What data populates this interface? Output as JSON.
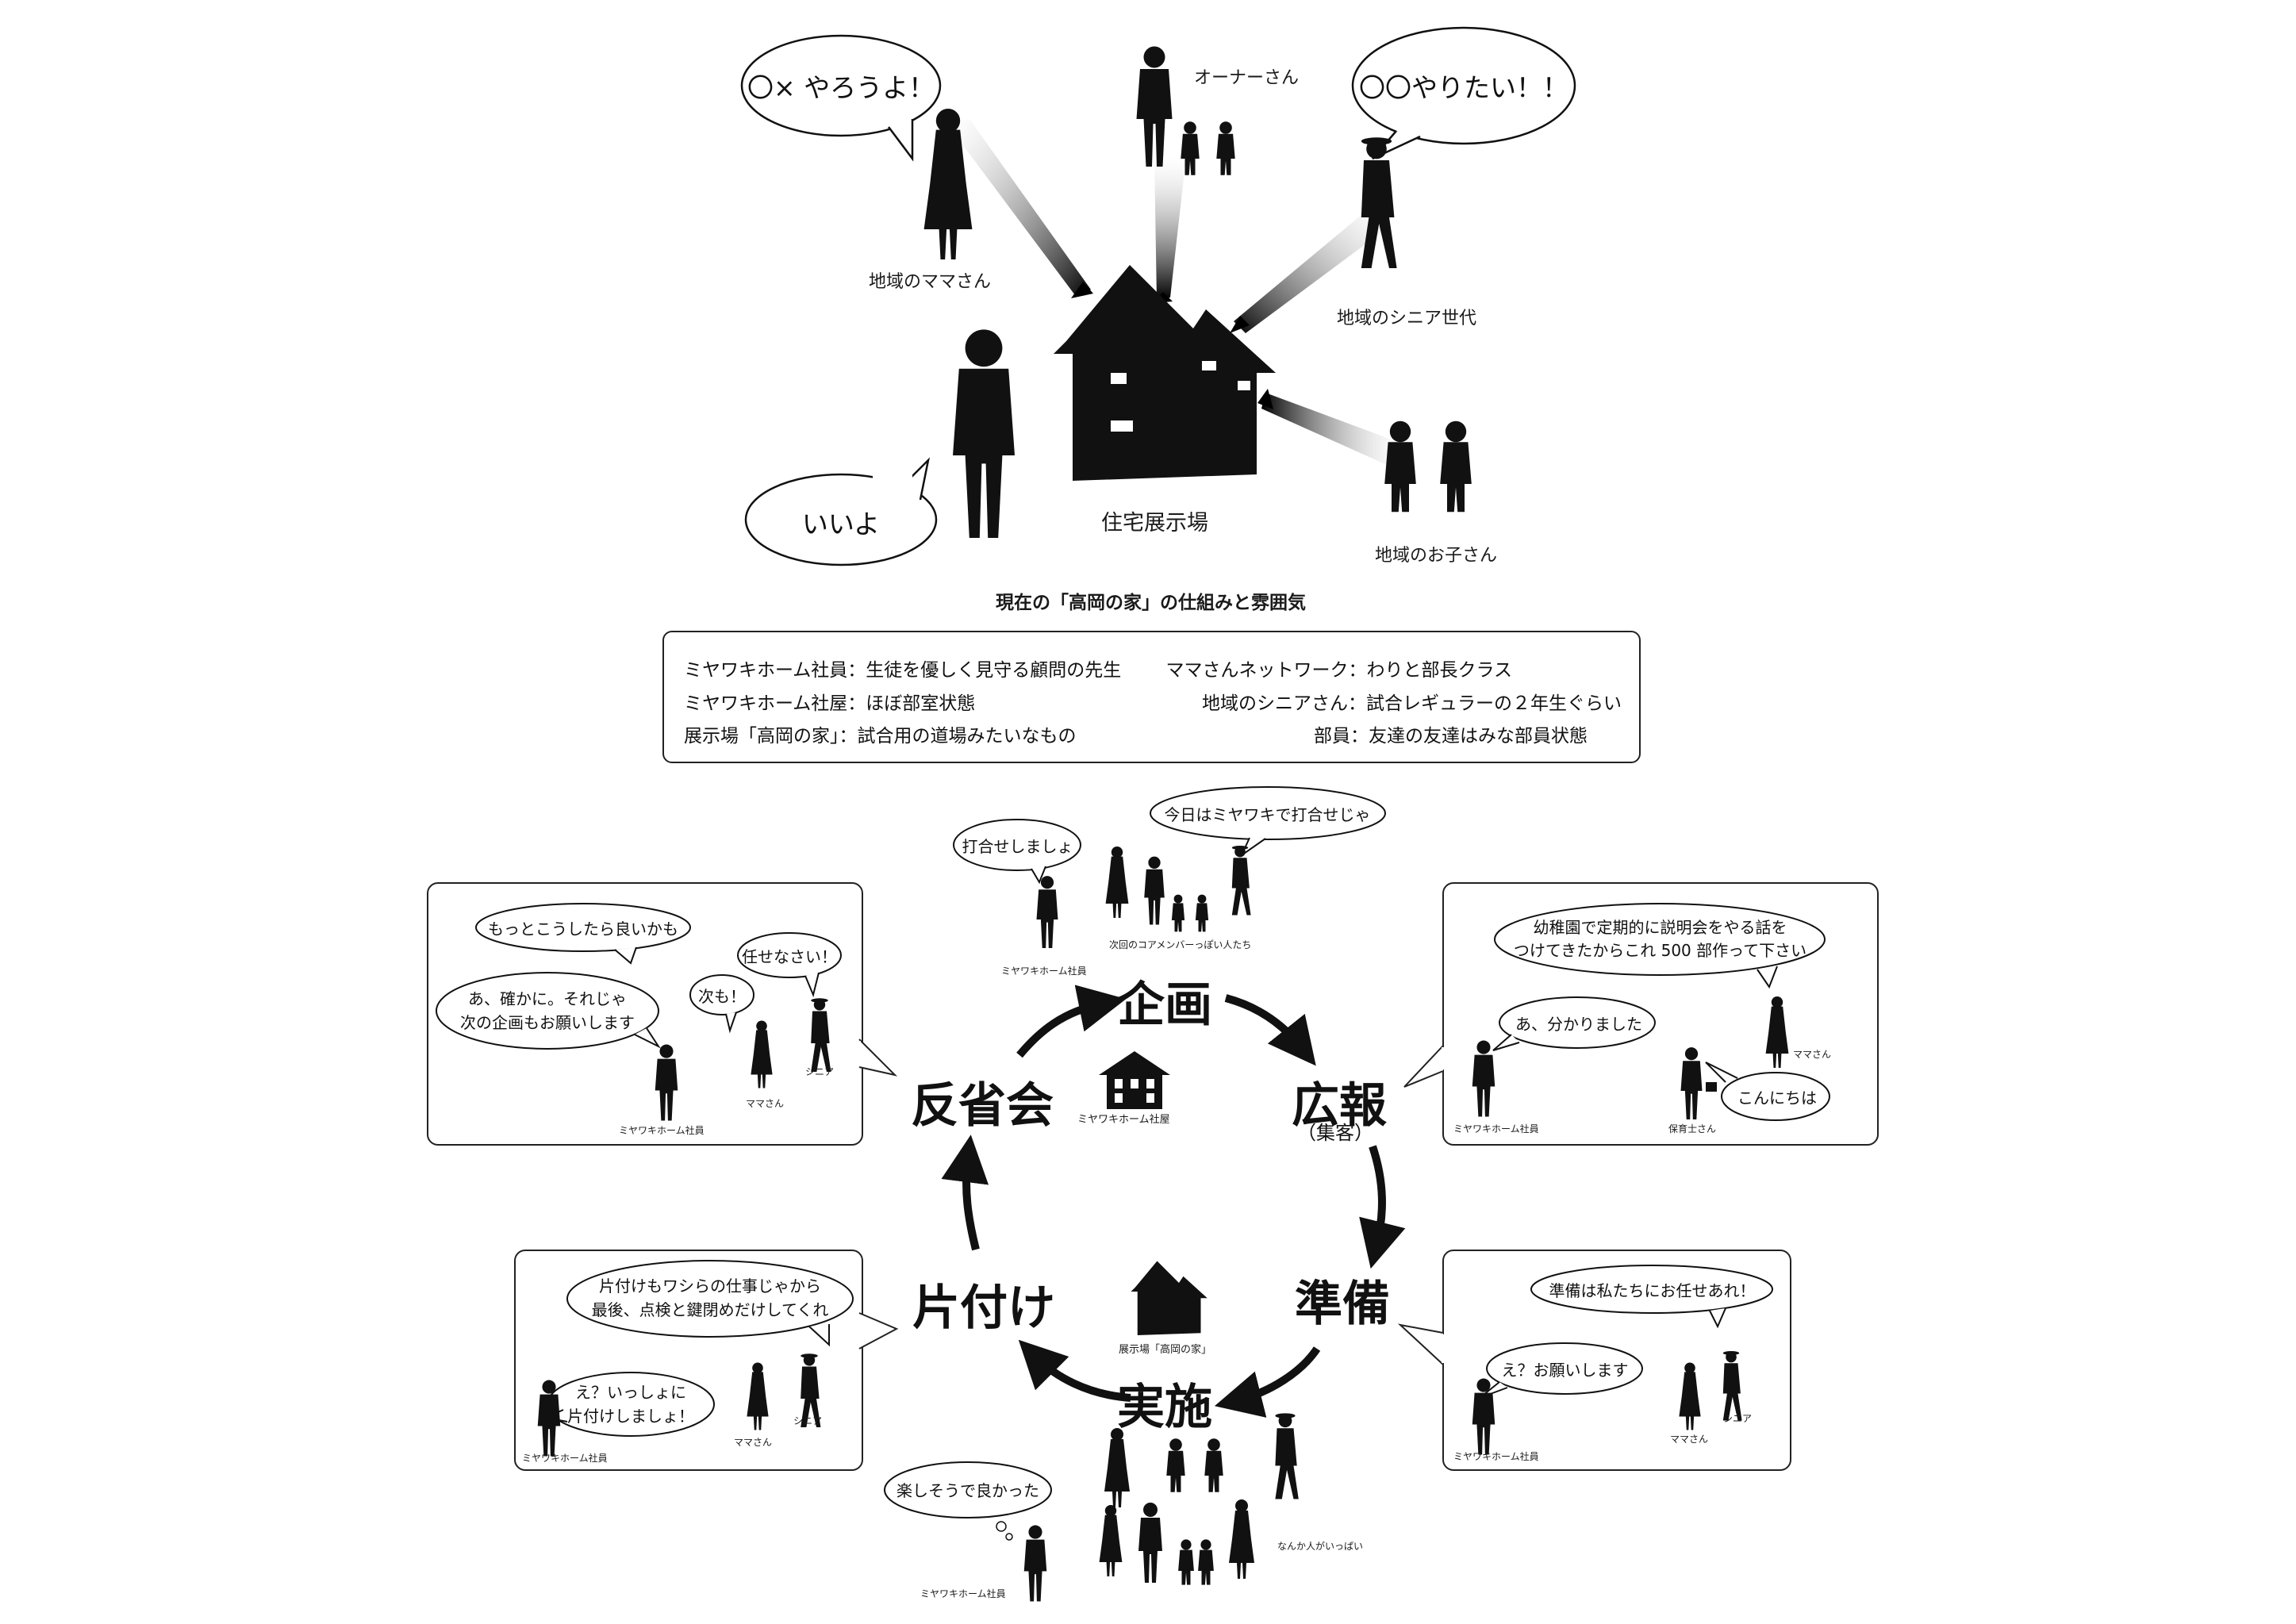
{
  "top": {
    "bubbles": {
      "mama": "〇× やろうよ！",
      "senior": "〇〇やりたい！！",
      "staff": "いいよ"
    },
    "labels": {
      "owner": "オーナーさん",
      "mama": "地域のママさん",
      "senior": "地域のシニア世代",
      "kids": "地域のお子さん",
      "house": "住宅展示場"
    },
    "caption": "現在の「高岡の家」の仕組みと雰囲気"
  },
  "legend": {
    "left": [
      "ミヤワキホーム社員：生徒を優しく見守る顧問の先生",
      "ミヤワキホーム社屋：ほぼ部室状態",
      "展示場「高岡の家」：試合用の道場みたいなもの"
    ],
    "right": [
      "ママさんネットワーク：わりと部長クラス",
      "地域のシニアさん：試合レギュラーの２年生ぐらい",
      "部員：友達の友達はみな部員状態"
    ]
  },
  "cycle": {
    "stages": {
      "plan": "企画",
      "pr": "広報",
      "pr_sub": "（集客）",
      "prep": "準備",
      "exec": "実施",
      "cleanup": "片付け",
      "review": "反省会"
    },
    "center": {
      "office": "ミヤワキホーム社屋",
      "showhouse": "展示場「高岡の家」"
    }
  },
  "plan": {
    "bubble_staff": "打合せしましょ",
    "bubble_senior": "今日はミヤワキで打合せじゃ",
    "label_staff": "ミヤワキホーム社員",
    "label_group": "次回のコアメンバーっぽい人たち"
  },
  "review": {
    "bubble1": "もっとこうしたら良いかも",
    "bubble2": "任せなさい！",
    "bubble3": "あ、確かに。それじゃ\n次の企画もお願いします",
    "bubble4": "次も！",
    "label_staff": "ミヤワキホーム社員",
    "label_mama": "ママさん",
    "label_senior": "シニア"
  },
  "pr": {
    "bubble1": "幼稚園で定期的に説明会をやる話を\nつけてきたからこれ 500 部作って下さい",
    "bubble2": "あ、分かりました",
    "bubble3": "こんにちは",
    "label_staff": "ミヤワキホーム社員",
    "label_teacher": "保育士さん",
    "label_mama": "ママさん"
  },
  "prep": {
    "bubble1": "準備は私たちにお任せあれ！",
    "bubble2": "え？お願いします",
    "label_staff": "ミヤワキホーム社員",
    "label_mama": "ママさん",
    "label_senior": "シニア"
  },
  "cleanup": {
    "bubble1": "片付けもワシらの仕事じゃから\n最後、点検と鍵閉めだけしてくれ",
    "bubble2": "え？いっしょに\n片付けしましょ！",
    "label_staff": "ミヤワキホーム社員",
    "label_mama": "ママさん",
    "label_senior": "シニア"
  },
  "exec": {
    "bubble_staff": "楽しそうで良かった",
    "label_staff": "ミヤワキホーム社員",
    "label_crowd": "なんか人がいっぱい"
  },
  "colors": {
    "ink": "#111111",
    "line": "#222222",
    "bg": "#ffffff"
  }
}
